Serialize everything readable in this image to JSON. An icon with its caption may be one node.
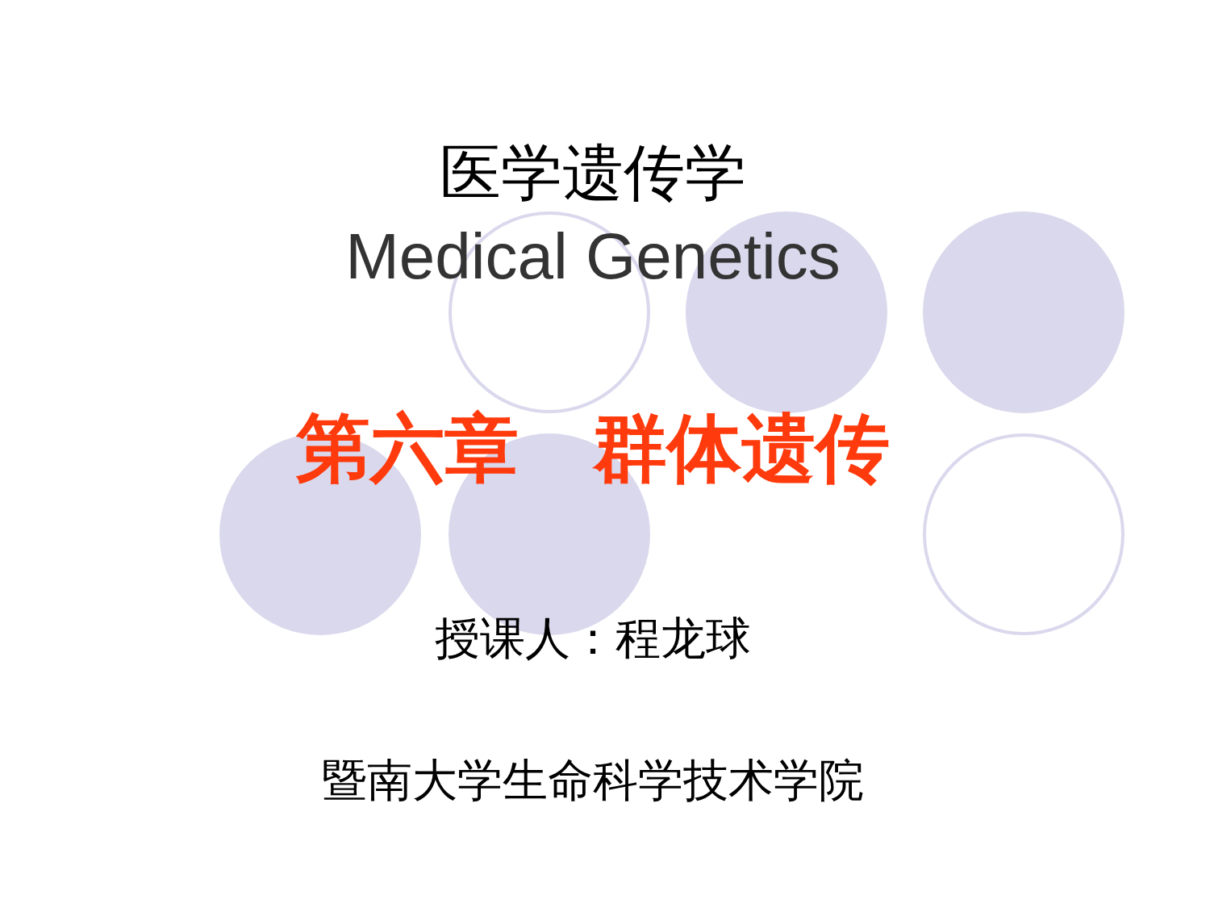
{
  "diagram": {
    "title": "医学遗传学",
    "labels": [
      "Medical Genetics",
      "第六章　群体遗传",
      "授课人：程龙球",
      "暨南大学生命科学技术学院"
    ]
  }
}
